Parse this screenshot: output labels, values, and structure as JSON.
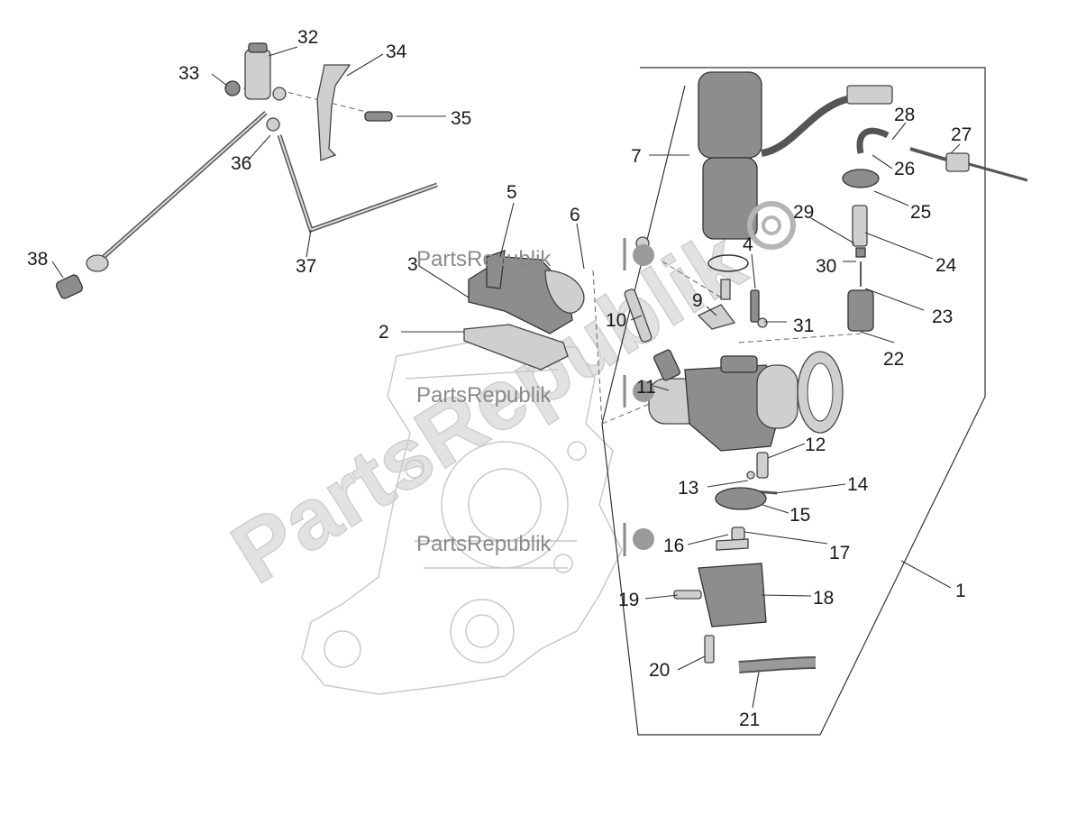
{
  "diagram": {
    "callouts": [
      "1",
      "2",
      "3",
      "4",
      "5",
      "6",
      "7",
      "9",
      "10",
      "11",
      "12",
      "13",
      "14",
      "15",
      "16",
      "17",
      "18",
      "19",
      "20",
      "21",
      "22",
      "23",
      "24",
      "25",
      "26",
      "27",
      "28",
      "29",
      "30",
      "31",
      "32",
      "33",
      "34",
      "35",
      "36",
      "37",
      "38"
    ],
    "watermark": {
      "brand": "PartsRepublik",
      "big_text": "PartsRepublik"
    }
  }
}
